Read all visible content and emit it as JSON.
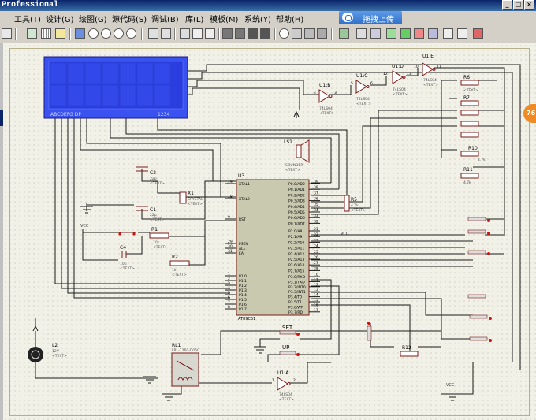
{
  "window": {
    "title": "Professional"
  },
  "menu": [
    "工具(T)",
    "设计(G)",
    "绘图(G)",
    "源代码(S)",
    "调试(B)",
    "库(L)",
    "模板(M)",
    "系统(Y)",
    "帮助(H)"
  ],
  "upload_button": "拖拽上传",
  "badge": "76",
  "lcd": {
    "bottom_left": "ABCDEFG DP",
    "bottom_right": "1234"
  },
  "components": {
    "u3": "U3",
    "u3_part": "AT89C51",
    "c2": "C2",
    "c2_val": "22p",
    "c1": "C1",
    "c1_val": "22p",
    "x1": "X1",
    "x1_val": "CRYSTAL",
    "r1": "R1",
    "r1_val": "10k",
    "r2": "R2",
    "r2_val": "1k",
    "c4": "C4",
    "c4_val": "10u",
    "r5": "R5",
    "r5_val": "4.7k",
    "ls1": "LS1",
    "ls1_val": "SOUNDER",
    "l2": "L2",
    "l2_val": "12V",
    "rl1": "RL1",
    "rl1_val": "FRL-1260-D060",
    "u1a": "U1:A",
    "u1b": "U1:B",
    "u1c": "U1:C",
    "u1d": "U1:D",
    "u1e": "U1:E",
    "u1_part": "74LS04",
    "r6": "R6",
    "r7": "R7",
    "r10": "R10",
    "r11": "R11",
    "r12": "R12",
    "r_val": "4.7k",
    "set": "SET",
    "up": "UP",
    "text": "<TEXT>",
    "vcc": "VCC"
  },
  "pins_left": [
    {
      "num": "19",
      "name": "XTAL1"
    },
    {
      "num": "18",
      "name": "XTAL2"
    },
    {
      "num": "9",
      "name": "RST"
    },
    {
      "num": "29",
      "name": "PSEN"
    },
    {
      "num": "30",
      "name": "ALE"
    },
    {
      "num": "31",
      "name": "EA"
    },
    {
      "num": "1",
      "name": "P1.0"
    },
    {
      "num": "2",
      "name": "P1.1"
    },
    {
      "num": "3",
      "name": "P1.2"
    },
    {
      "num": "4",
      "name": "P1.3"
    },
    {
      "num": "5",
      "name": "P1.4"
    },
    {
      "num": "6",
      "name": "P1.5"
    },
    {
      "num": "7",
      "name": "P1.6"
    },
    {
      "num": "8",
      "name": "P1.7"
    }
  ],
  "pins_right": [
    {
      "num": "39",
      "name": "P0.0/AD0"
    },
    {
      "num": "38",
      "name": "P0.1/AD1"
    },
    {
      "num": "37",
      "name": "P0.2/AD2"
    },
    {
      "num": "36",
      "name": "P0.3/AD3"
    },
    {
      "num": "35",
      "name": "P0.4/AD4"
    },
    {
      "num": "34",
      "name": "P0.5/AD5"
    },
    {
      "num": "33",
      "name": "P0.6/AD6"
    },
    {
      "num": "32",
      "name": "P0.7/AD7"
    },
    {
      "num": "21",
      "name": "P2.0/A8"
    },
    {
      "num": "22",
      "name": "P2.1/A9"
    },
    {
      "num": "23",
      "name": "P2.2/A10"
    },
    {
      "num": "24",
      "name": "P2.3/A11"
    },
    {
      "num": "25",
      "name": "P2.4/A12"
    },
    {
      "num": "26",
      "name": "P2.5/A13"
    },
    {
      "num": "27",
      "name": "P2.6/A14"
    },
    {
      "num": "28",
      "name": "P2.7/A15"
    },
    {
      "num": "10",
      "name": "P3.0/RXD"
    },
    {
      "num": "11",
      "name": "P3.1/TXD"
    },
    {
      "num": "12",
      "name": "P3.2/INT0"
    },
    {
      "num": "13",
      "name": "P3.3/INT1"
    },
    {
      "num": "14",
      "name": "P3.4/T0"
    },
    {
      "num": "15",
      "name": "P3.5/T1"
    },
    {
      "num": "16",
      "name": "P3.6/WR"
    },
    {
      "num": "17",
      "name": "P3.7/RD"
    }
  ],
  "inverter_pins": {
    "a_in": "2",
    "a_out": "1",
    "b_in": "4",
    "b_out": "3",
    "c_in": "6",
    "c_out": "5",
    "d_in": "12",
    "d_out": "13",
    "e_in": "10",
    "e_out": "11"
  },
  "colors": {
    "canvas": "#f2f1e8",
    "wire": "#1a1a1a",
    "part_outline": "#7a1a1a",
    "chip_fill": "#c9c9b0",
    "lcd_fill": "#2a3ee0",
    "button_dot": "#d01010"
  }
}
